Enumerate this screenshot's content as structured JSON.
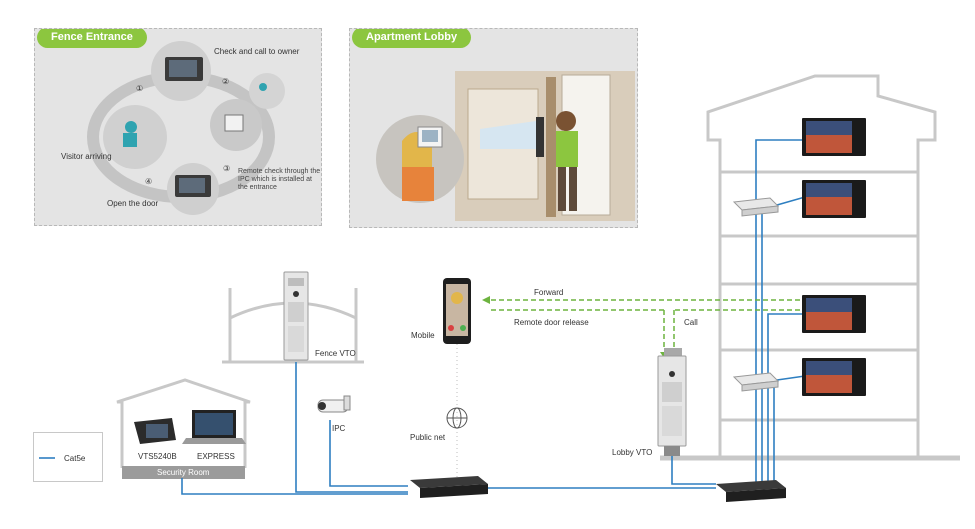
{
  "fence_panel": {
    "title": "Fence Entrance",
    "steps": {
      "check_call": "Check and call to owner",
      "remote_check": "Remote check through the IPC which is installed at the entrance",
      "visitor": "Visitor arriving",
      "open_door": "Open the door"
    },
    "step_numbers": [
      "①",
      "②",
      "③",
      "④"
    ]
  },
  "lobby_panel": {
    "title": "Apartment Lobby"
  },
  "devices": {
    "fence_vto": "Fence VTO",
    "mobile": "Mobile",
    "ipc": "IPC",
    "public_net": "Public net",
    "lobby_vto": "Lobby VTO",
    "vts": "VTS5240B",
    "express": "EXPRESS",
    "security_room": "Security Room"
  },
  "flows": {
    "forward": "Forward",
    "remote_release": "Remote  door release",
    "call": "Call"
  },
  "legend": {
    "label": "Cat5e",
    "color": "#2e7fc1"
  },
  "colors": {
    "accent": "#8cc63f",
    "cable": "#2e7fc1",
    "flow": "#6db33f",
    "building": "#c8c8c8"
  }
}
